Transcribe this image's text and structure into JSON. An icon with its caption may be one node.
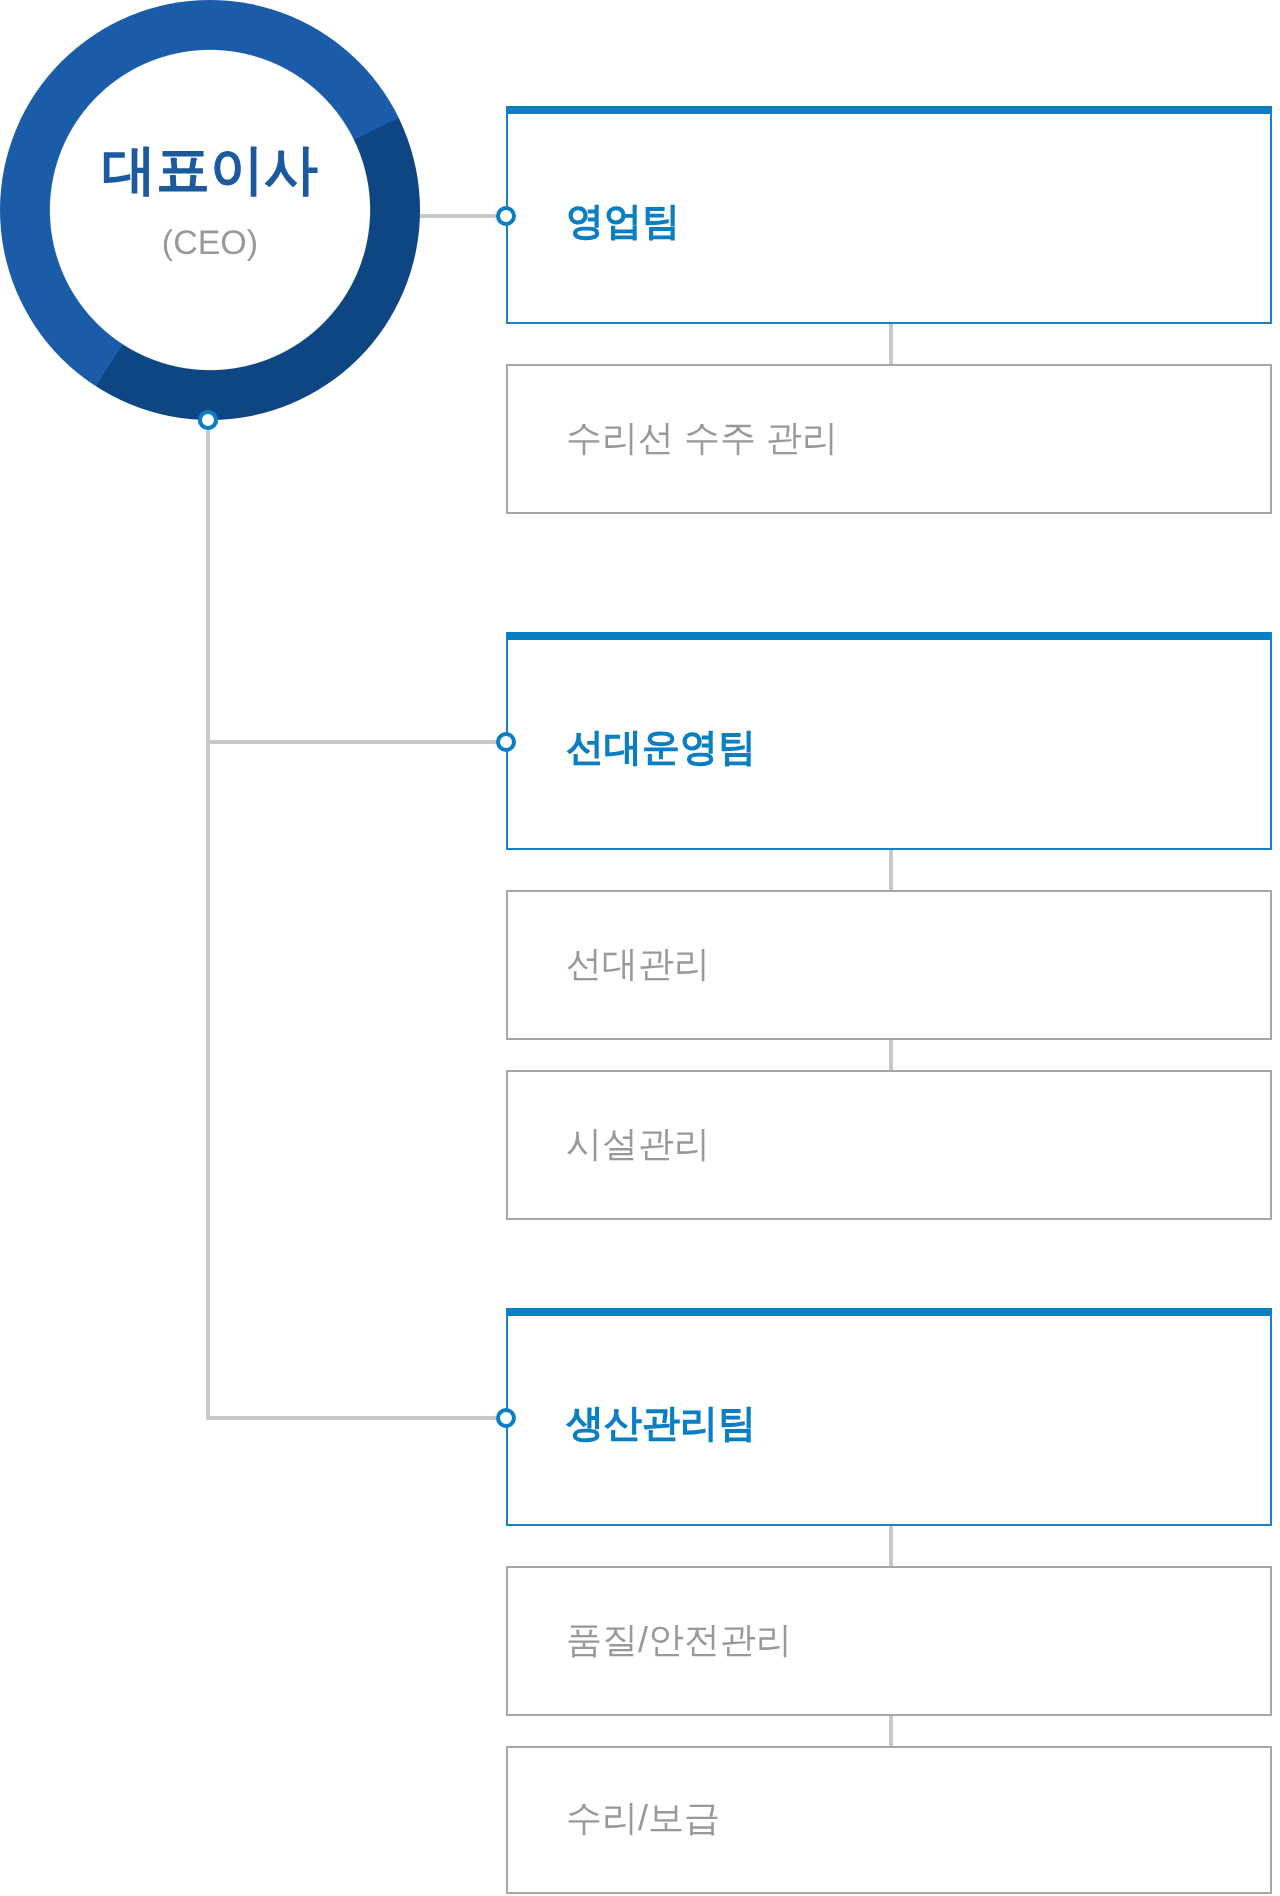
{
  "diagram": {
    "nodes": [
      {
        "text": [
          "대표이사",
          "(CEO)"
        ]
      },
      {
        "text": [
          "영업팀"
        ]
      },
      {
        "text": [
          "수리선 수주 관리"
        ]
      },
      {
        "text": [
          "선대운영팀"
        ]
      },
      {
        "text": [
          "선대관리"
        ]
      },
      {
        "text": [
          "시설관리"
        ]
      },
      {
        "text": [
          "생산관리팀"
        ]
      },
      {
        "text": [
          "품질/안전관리"
        ]
      },
      {
        "text": [
          "수리/보급"
        ]
      }
    ],
    "edges": [
      {
        "from": 0,
        "to": 1,
        "arrow": "other"
      },
      {
        "from": 0,
        "to": 3,
        "arrow": "other"
      },
      {
        "from": 0,
        "to": 6,
        "arrow": "other"
      },
      {
        "from": 1,
        "to": 2,
        "arrow": "none"
      },
      {
        "from": 3,
        "to": 4,
        "arrow": "none"
      },
      {
        "from": 4,
        "to": 5,
        "arrow": "none"
      },
      {
        "from": 6,
        "to": 7,
        "arrow": "none"
      },
      {
        "from": 7,
        "to": 8,
        "arrow": "none"
      }
    ]
  }
}
